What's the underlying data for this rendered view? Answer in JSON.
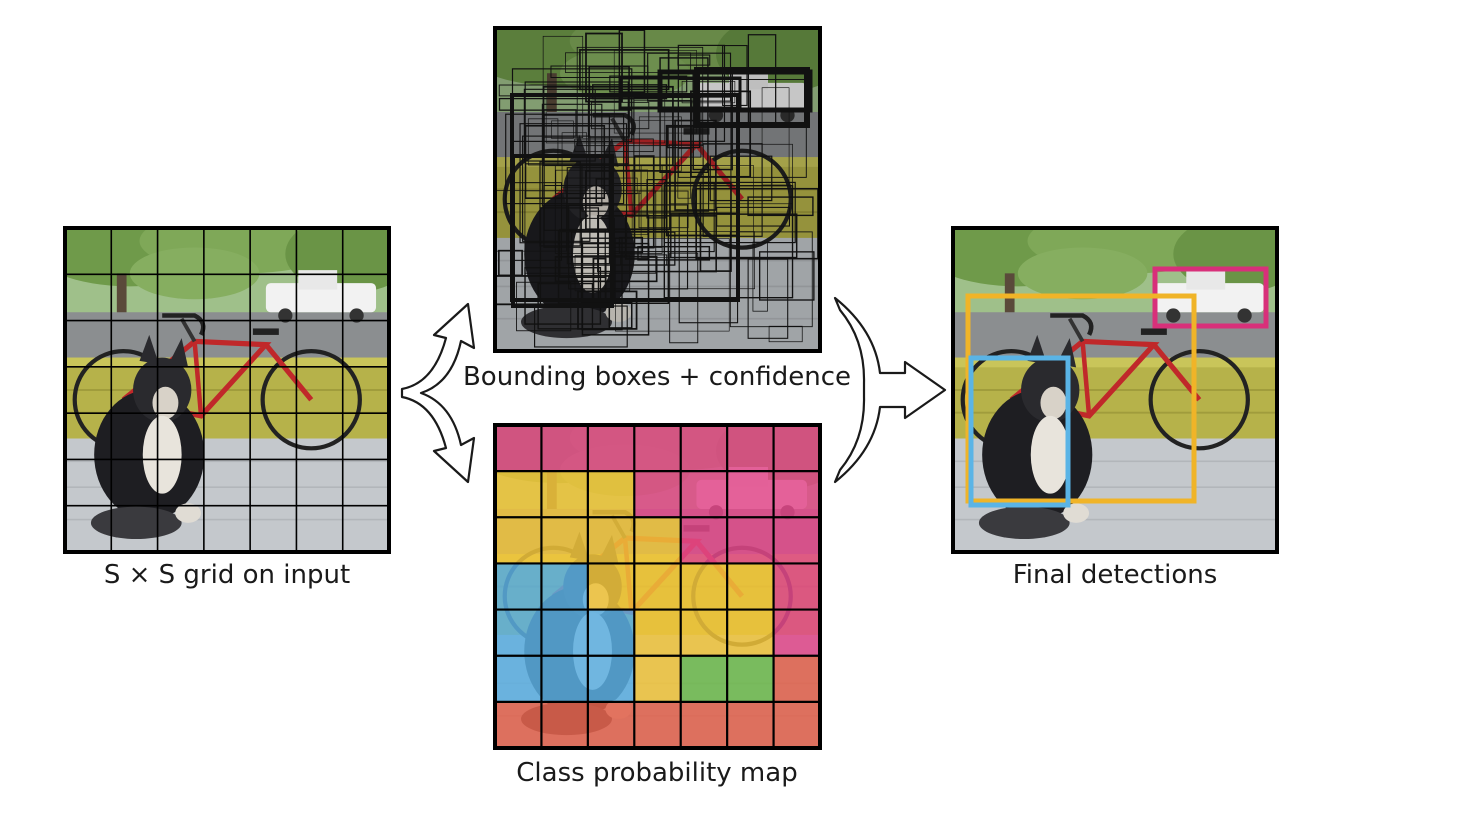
{
  "diagram": {
    "captions": {
      "input": "S × S grid on input",
      "boxes": "Bounding boxes + confidence",
      "class_map": "Class probability map",
      "final": "Final detections"
    },
    "grid_size": 7,
    "class_colors": {
      "pink": "#e2488a",
      "yellow": "#f0c33a",
      "blue": "#5aaee0",
      "green": "#6cb84a",
      "red": "#e2604a"
    },
    "class_map_cells": [
      [
        "pink",
        "pink",
        "pink",
        "pink",
        "pink",
        "pink",
        "pink"
      ],
      [
        "yellow",
        "yellow",
        "yellow",
        "pink",
        "pink",
        "pink",
        "pink"
      ],
      [
        "yellow",
        "yellow",
        "yellow",
        "yellow",
        "pink",
        "pink",
        "pink"
      ],
      [
        "blue",
        "blue",
        "yellow",
        "yellow",
        "yellow",
        "yellow",
        "pink"
      ],
      [
        "blue",
        "blue",
        "blue",
        "yellow",
        "yellow",
        "yellow",
        "pink"
      ],
      [
        "blue",
        "blue",
        "blue",
        "yellow",
        "green",
        "green",
        "red"
      ],
      [
        "red",
        "red",
        "red",
        "red",
        "red",
        "red",
        "red"
      ]
    ],
    "detection_colors": {
      "car": "#d8307a",
      "bicycle": "#f0b428",
      "dog": "#5ab4e6"
    }
  }
}
